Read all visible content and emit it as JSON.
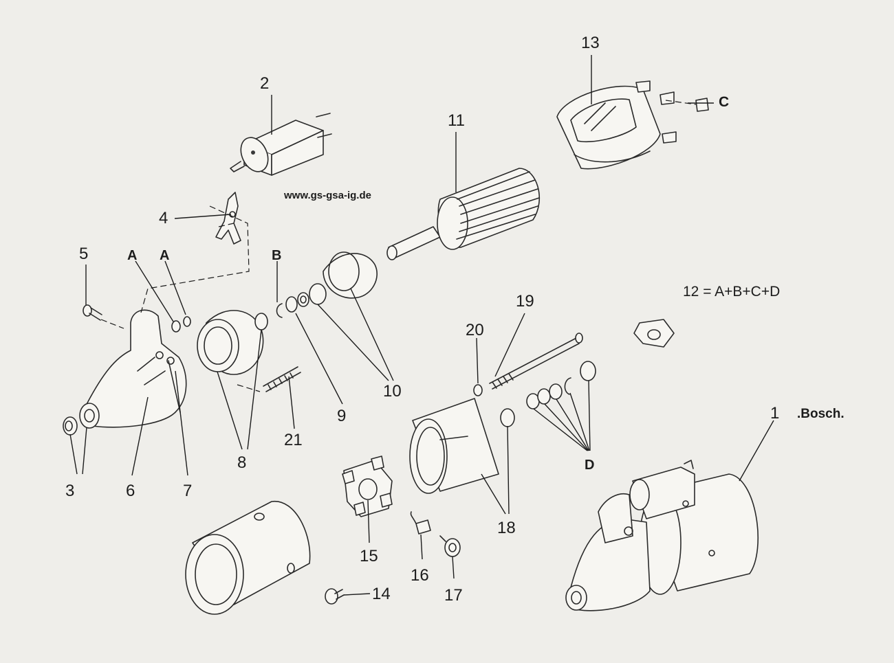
{
  "website": "www.gs-gsa-ig.de",
  "formula": "12 = A+B+C+D",
  "brand": "Bosch",
  "labels": {
    "p1": "1",
    "p2": "2",
    "p3": "3",
    "p4": "4",
    "p5": "5",
    "p6": "6",
    "p7": "7",
    "p8": "8",
    "p9": "9",
    "p10": "10",
    "p11": "11",
    "p13": "13",
    "p14": "14",
    "p15": "15",
    "p16": "16",
    "p17": "17",
    "p18": "18",
    "p19": "19",
    "p20": "20",
    "p21": "21",
    "kitA1": "A",
    "kitA2": "A",
    "kitB": "B",
    "kitC": "C",
    "kitD": "D"
  }
}
